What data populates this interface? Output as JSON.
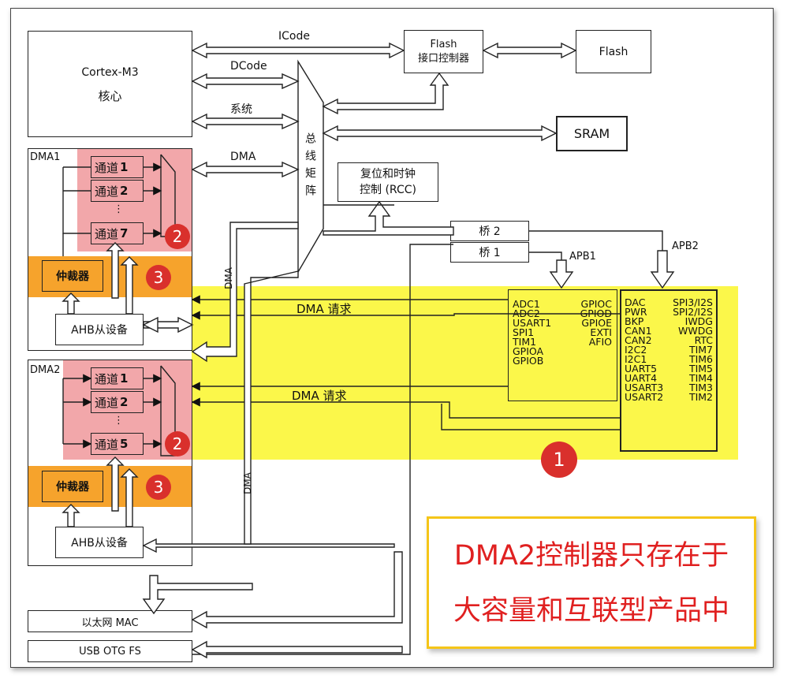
{
  "cortex": {
    "line1": "Cortex-M3",
    "line2": "核心"
  },
  "buses": {
    "icode": "ICode",
    "dcode": "DCode",
    "system": "系统",
    "dma": "DMA"
  },
  "flash_ctrl": {
    "line1": "Flash",
    "line2": "接口控制器"
  },
  "flash": "Flash",
  "sram": "SRAM",
  "bus_matrix": "总线矩阵",
  "rcc": {
    "line1": "复位和时钟",
    "line2": "控制 (RCC)"
  },
  "bridges": {
    "b2": "桥 2",
    "b1": "桥 1"
  },
  "apb": {
    "apb1": "APB1",
    "apb2": "APB2"
  },
  "dma1": {
    "title": "DMA1",
    "channels": [
      {
        "prefix": "通道",
        "num": "1"
      },
      {
        "prefix": "通道",
        "num": "2"
      },
      {
        "prefix": "通道",
        "num": "7"
      }
    ],
    "dots": "⋮",
    "arbiter": "仲裁器",
    "ahb_slave": "AHB从设备"
  },
  "dma2": {
    "title": "DMA2",
    "channels": [
      {
        "prefix": "通道",
        "num": "1"
      },
      {
        "prefix": "通道",
        "num": "2"
      },
      {
        "prefix": "通道",
        "num": "5"
      }
    ],
    "dots": "⋮",
    "arbiter": "仲裁器",
    "ahb_slave": "AHB从设备"
  },
  "dma_request": "DMA 请求",
  "dma_vertical": "DMA",
  "badges": {
    "one": "1",
    "two": "2",
    "three": "3"
  },
  "apb1_left": [
    "ADC1",
    "ADC2",
    "USART1",
    "SPI1",
    "TIM1",
    "GPIOA",
    "GPIOB"
  ],
  "apb1_right": [
    "GPIOC",
    "GPIOD",
    "GPIOE",
    "EXTI",
    "AFIO"
  ],
  "apb2_left": [
    "DAC",
    "PWR",
    "BKP",
    "CAN1",
    "CAN2",
    "I2C2",
    "I2C1",
    "UART5",
    "UART4",
    "USART3",
    "USART2"
  ],
  "apb2_right": [
    "SPI3/I2S",
    "SPI2/I2S",
    "IWDG",
    "WWDG",
    "RTC",
    "TIM7",
    "TIM6",
    "TIM5",
    "TIM4",
    "TIM3",
    "TIM2"
  ],
  "ethernet": "以太网 MAC",
  "usb": "USB OTG FS",
  "note": {
    "line1": "DMA2控制器只存在于",
    "line2": "大容量和互联型产品中"
  },
  "colors": {
    "pink": "#f2a7aa",
    "orange": "#f6a32c",
    "yellow": "#fbf74a",
    "badge": "#d9302c",
    "note_text": "#e02020",
    "note_border": "#f5c518"
  }
}
